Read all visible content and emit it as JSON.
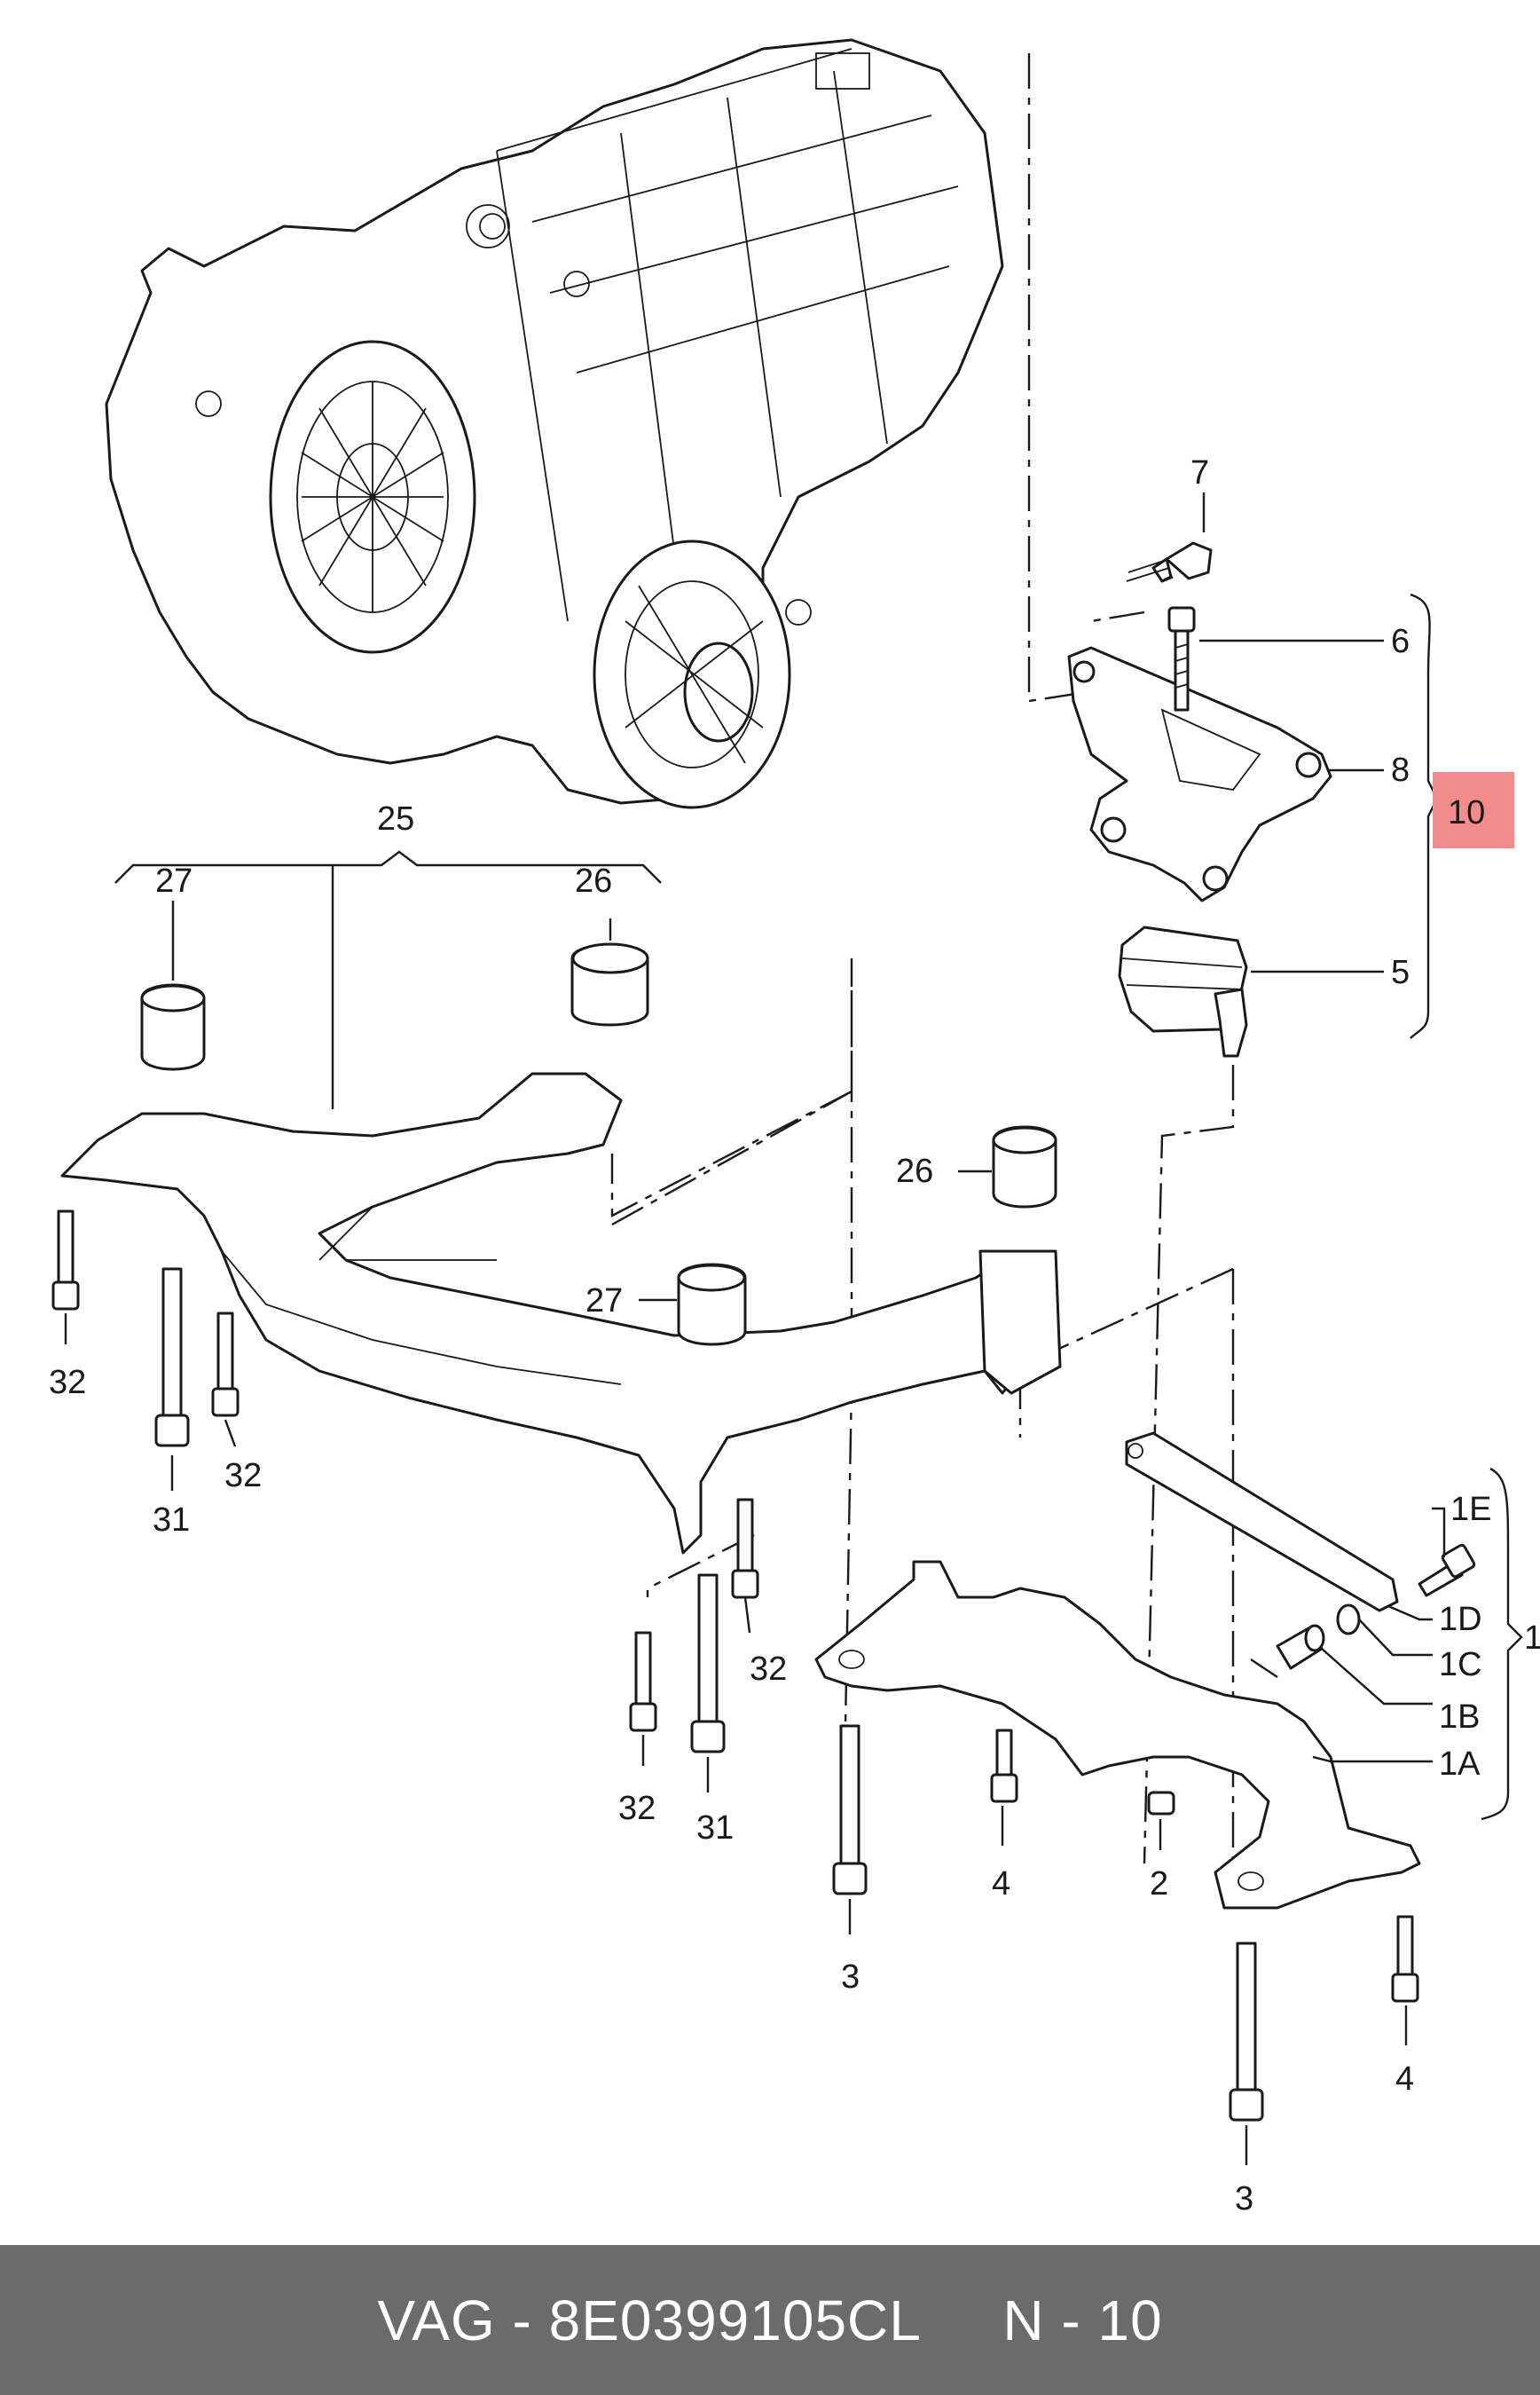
{
  "labels": {
    "l7": "7",
    "l6": "6",
    "l8": "8",
    "l10": "10",
    "l5": "5",
    "l25": "25",
    "l27a": "27",
    "l26a": "26",
    "l26b": "26",
    "l27b": "27",
    "l32a": "32",
    "l32b": "32",
    "l31a": "31",
    "l32c": "32",
    "l32d": "32",
    "l31b": "31",
    "l1E": "1E",
    "l1D": "1D",
    "l1C": "1C",
    "l1B": "1B",
    "l1A": "1A",
    "l1": "1",
    "l3a": "3",
    "l4a": "4",
    "l2": "2",
    "l4b": "4",
    "l3b": "3"
  },
  "footer": {
    "brand": "VAG",
    "part_number": "8E0399105CL",
    "ref": "N - 10"
  },
  "colors": {
    "highlight": "#f28c8c",
    "footer_bg": "#6b6b6b"
  }
}
